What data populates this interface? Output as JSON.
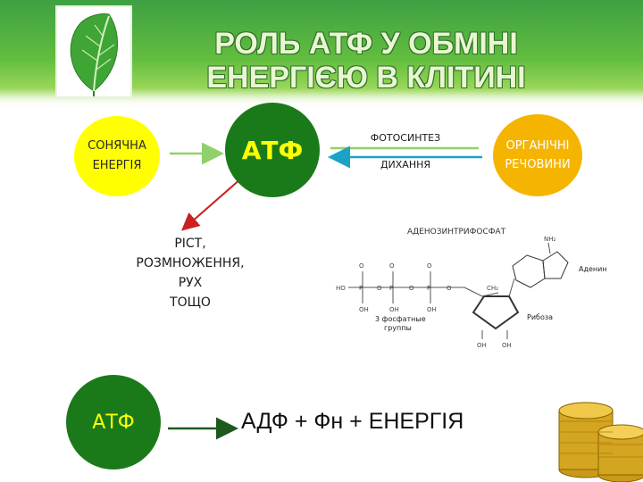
{
  "title": {
    "line1": "РОЛЬ АТФ У ОБМІНІ",
    "line2": "ЕНЕРГІЄЮ В КЛІТИНІ"
  },
  "nodes": {
    "solar_line1": "СОНЯЧНА",
    "solar_line2": "ЕНЕРГІЯ",
    "atp_center": "АТФ",
    "organic_line1": "ОРГАНІЧНІ",
    "organic_line2": "РЕЧОВИНИ",
    "atp_bottom": "АТФ"
  },
  "arrows": {
    "photosynthesis": "ФОТОСИНТЕЗ",
    "respiration": "ДИХАННЯ"
  },
  "uses": [
    "РІСТ,",
    "РОЗМНОЖЕННЯ,",
    "РУХ",
    "ТОЩО"
  ],
  "equation": "АДФ + Фн + ЕНЕРГІЯ",
  "structure": {
    "title": "АДЕНОЗИНТРИФОСФАТ",
    "adenine": "Аденин",
    "ribose": "Рибоза",
    "phosphate_groups_line1": "3 фосфатные",
    "phosphate_groups_line2": "группы"
  },
  "colors": {
    "header_green": "#3ea043",
    "solar_yellow": "#ffff00",
    "atp_green": "#1a7a1a",
    "atp_text": "#ffff00",
    "organic_orange": "#f5b400",
    "arrow_light_green": "#8fd16a",
    "arrow_blue": "#1ba3c6",
    "arrow_red": "#cc1f1f",
    "arrow_dark_green": "#1e5a1e"
  },
  "icons": [
    "leaf-icon",
    "coin-stack-icon"
  ]
}
